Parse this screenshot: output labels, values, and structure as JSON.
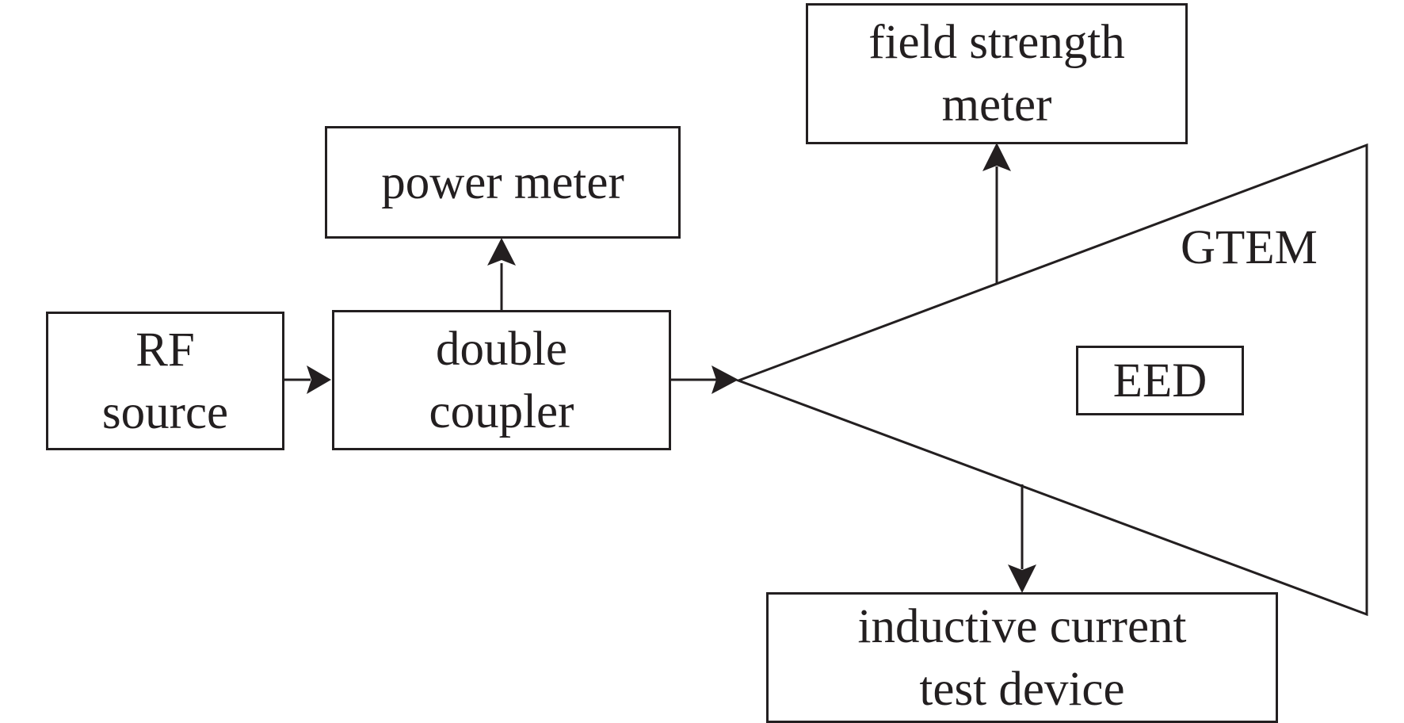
{
  "diagram": {
    "nodes": {
      "rf_source": {
        "lines": [
          "RF",
          "source"
        ]
      },
      "double_coupler": {
        "lines": [
          "double",
          "coupler"
        ]
      },
      "power_meter": {
        "lines": [
          "power meter"
        ]
      },
      "field_strength_meter": {
        "lines": [
          "field strength",
          "meter"
        ]
      },
      "gtem": {
        "label": "GTEM"
      },
      "eed": {
        "label": "EED"
      },
      "inductive_current_device": {
        "lines": [
          "inductive current",
          "test device"
        ]
      }
    },
    "edges": [
      {
        "from": "rf_source",
        "to": "double_coupler"
      },
      {
        "from": "double_coupler",
        "to": "power_meter"
      },
      {
        "from": "double_coupler",
        "to": "gtem"
      },
      {
        "from": "gtem",
        "to": "field_strength_meter"
      },
      {
        "from": "gtem",
        "to": "inductive_current_device"
      }
    ],
    "colors": {
      "stroke": "#231f20",
      "background": "#ffffff"
    }
  }
}
